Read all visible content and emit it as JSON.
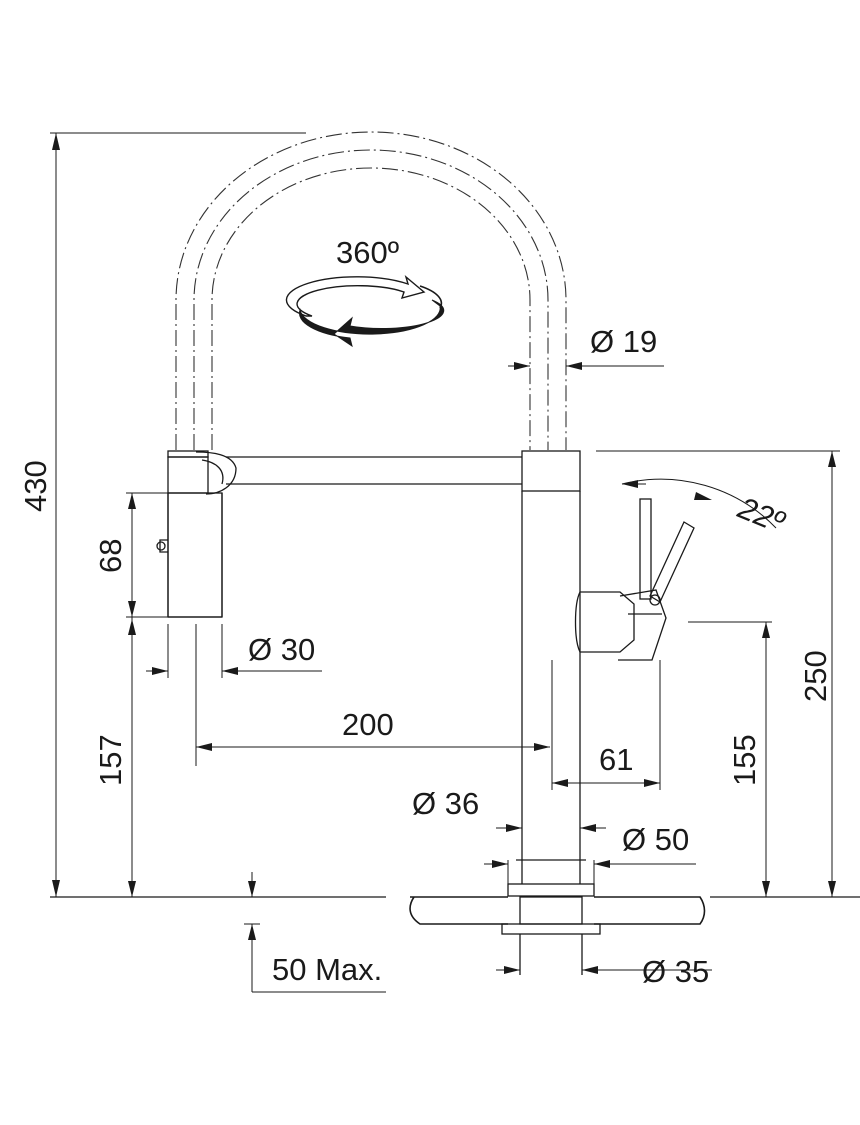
{
  "dimensions": {
    "total_height": "430",
    "spout_reach": "200",
    "spout_diameter": "Ø 19",
    "head_length": "68",
    "head_diameter": "Ø 30",
    "head_height": "157",
    "lever_angle": "22º",
    "lever_height": "250",
    "lever_axis_height": "155",
    "lever_offset": "61",
    "body_diameter": "Ø 36",
    "base_diameter": "Ø 50",
    "hole_diameter": "Ø 35",
    "deck_thickness": "50 Max.",
    "rotation": "360º"
  }
}
